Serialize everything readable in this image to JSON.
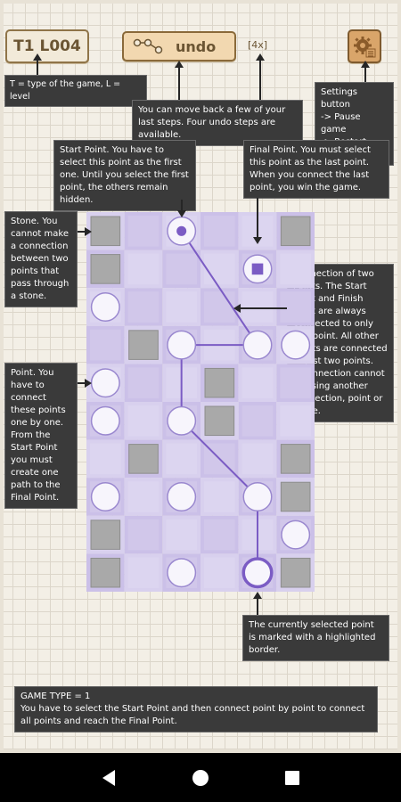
{
  "header": {
    "level_label": "T1 L004",
    "undo_label": "undo",
    "undo_count": "[4x]"
  },
  "tips": {
    "level": "T = type of the game, L = level",
    "undo": "You can move back a few of your last steps. Four undo steps are available.",
    "settings": "Settings button\n-> Pause game\n-> Restart game",
    "start": "Start Point. You have to select this point as the first one. Until you select the first point, the others remain hidden.",
    "final": "Final Point. You must select this point as the last point. When you connect the last point, you win the game.",
    "stone": "Stone. You cannot make a connection between two points that pass through a stone.",
    "connection": "Connection of two Points. The Start Point and Finish Point are always connected to only one point. All other points are connected to just two points.\nA connection cannot crossing another connection, point or stone.",
    "point": "Point. You have to connect these points one by one. From the Start Point you must create one path to the Final Point.",
    "selected": "The currently selected point is marked with a highlighted border.",
    "game_type": "GAME  TYPE = 1\nYou have to select the Start Point and then connect point by point to connect all points and reach the Final Point."
  },
  "board": {
    "cols": 6,
    "rows": 10,
    "stones": [
      [
        0,
        0
      ],
      [
        5,
        0
      ],
      [
        0,
        1
      ],
      [
        1,
        3
      ],
      [
        3,
        4
      ],
      [
        3,
        5
      ],
      [
        1,
        6
      ],
      [
        5,
        6
      ],
      [
        5,
        7
      ],
      [
        0,
        8
      ],
      [
        0,
        9
      ],
      [
        5,
        9
      ]
    ],
    "points": [
      [
        0,
        2
      ],
      [
        2,
        3
      ],
      [
        4,
        3
      ],
      [
        5,
        3
      ],
      [
        0,
        4
      ],
      [
        0,
        5
      ],
      [
        2,
        5
      ],
      [
        0,
        7
      ],
      [
        2,
        7
      ],
      [
        4,
        7
      ],
      [
        5,
        8
      ],
      [
        2,
        9
      ]
    ],
    "start": [
      2,
      0
    ],
    "final": [
      4,
      1
    ],
    "selected": [
      4,
      9
    ],
    "path": [
      [
        2,
        0
      ],
      [
        4,
        3
      ],
      [
        2,
        3
      ],
      [
        2,
        5
      ],
      [
        4,
        7
      ],
      [
        4,
        9
      ]
    ]
  },
  "colors": {
    "cell_a": "#d8d0ee",
    "cell_b": "#cbc0e8",
    "line": "#7b5cc4",
    "point_border": "#9a88cf",
    "stone": "#a9a9a9",
    "tip_bg": "#3a3a3a"
  },
  "icons": {
    "undo": "connected-dots-icon",
    "settings": "gear-menu-icon",
    "nav_back": "triangle-back-icon",
    "nav_home": "circle-home-icon",
    "nav_recents": "square-recents-icon"
  }
}
